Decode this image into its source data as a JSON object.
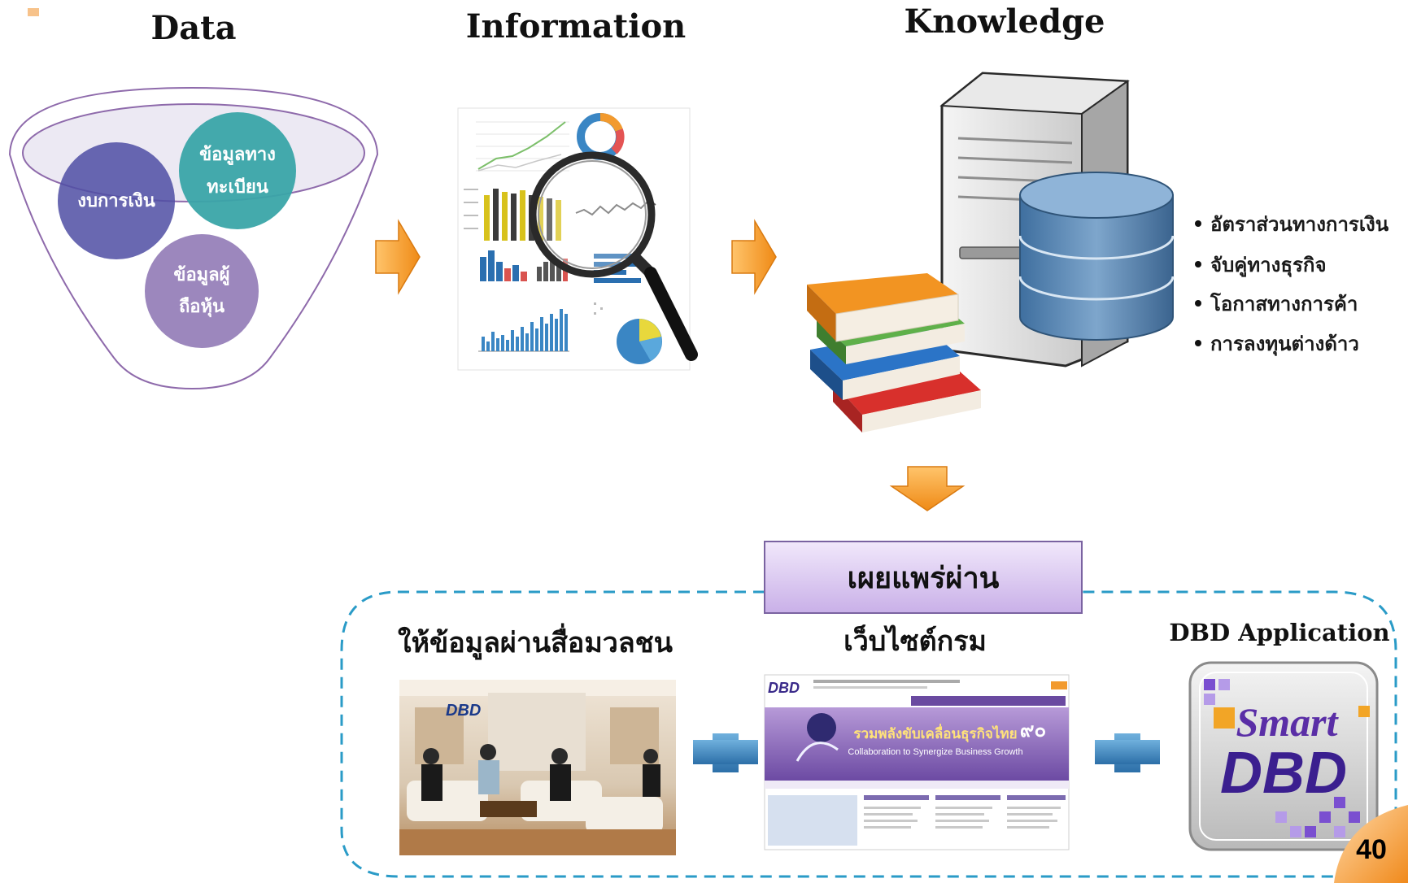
{
  "stages": {
    "data": {
      "title": "Data"
    },
    "information": {
      "title": "Information"
    },
    "knowledge": {
      "title": "Knowledge",
      "bullets": [
        "อัตราส่วนทางการเงิน",
        "จับคู่ทางธุรกิจ",
        "โอกาสทางการค้า",
        "การลงทุนต่างด้าว"
      ]
    }
  },
  "data_sources": {
    "financial": {
      "label_lines": [
        "งบการเงิน"
      ]
    },
    "registration": {
      "label_lines": [
        "ข้อมูลทาง",
        "ทะเบียน"
      ]
    },
    "shareholders": {
      "label_lines": [
        "ข้อมูลผู้",
        "ถือหุ้น"
      ]
    }
  },
  "publish": {
    "label": "เผยแพร่ผ่าน"
  },
  "channels": {
    "media": {
      "title": "ให้ข้อมูลผ่านสื่อมวลชน"
    },
    "website": {
      "title": "เว็บไซต์กรม"
    },
    "app": {
      "title": "DBD Application",
      "logo_word_1": "Smart",
      "logo_word_2": "DBD"
    }
  },
  "media_photo": {
    "logo": "DBD"
  },
  "website_shot": {
    "logo": "DBD",
    "banner_main": "รวมพลังขับเคลื่อนธุรกิจไทย",
    "banner_sub": "Collaboration to Synergize Business Growth",
    "anniversary": "๙๐"
  },
  "page_number": "40",
  "colors": {
    "arrow": "#f59a2a",
    "funnel_stroke": "#8e6aab",
    "circle_financial": "#4f4ea3",
    "circle_registration": "#3aa5a8",
    "circle_shareholders": "#9c87bd",
    "dashed_border": "#2a9bc7",
    "publish_box": "#d6c3ee"
  },
  "icons": [
    "right-arrow-icon",
    "down-arrow-icon",
    "plus-icon",
    "server-icon",
    "database-icon",
    "books-icon",
    "magnifier-icon"
  ]
}
